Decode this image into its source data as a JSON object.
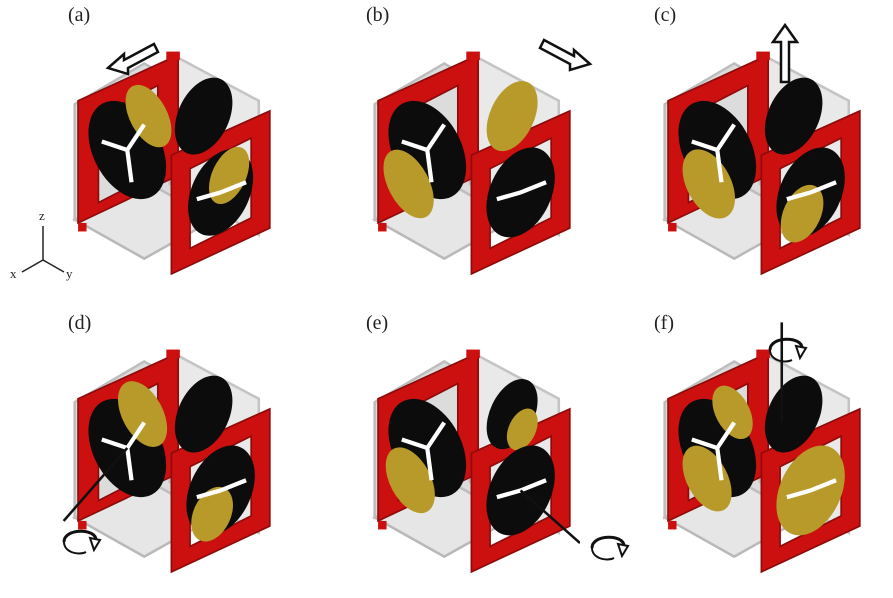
{
  "figure": {
    "colors": {
      "frame": "#cc1010",
      "frame_dark": "#8e0b0b",
      "plate": "#e6e6e6",
      "plate_edge": "#b9b9b9",
      "black_face": "#0c0c0c",
      "gold_face": "#b89a2a"
    },
    "axes": {
      "z": "z",
      "x": "x",
      "y": "y"
    },
    "panels": [
      {
        "label": "(a)",
        "motion": "translate-x",
        "arrow_icon": "hollow-arrow-left-icon"
      },
      {
        "label": "(b)",
        "motion": "translate-y",
        "arrow_icon": "hollow-arrow-right-icon"
      },
      {
        "label": "(c)",
        "motion": "translate-z",
        "arrow_icon": "hollow-arrow-up-icon"
      },
      {
        "label": "(d)",
        "motion": "rotate-x",
        "arrow_icon": "rotation-arrow-icon"
      },
      {
        "label": "(e)",
        "motion": "rotate-y",
        "arrow_icon": "rotation-arrow-icon"
      },
      {
        "label": "(f)",
        "motion": "rotate-z",
        "arrow_icon": "rotation-arrow-icon"
      }
    ]
  }
}
